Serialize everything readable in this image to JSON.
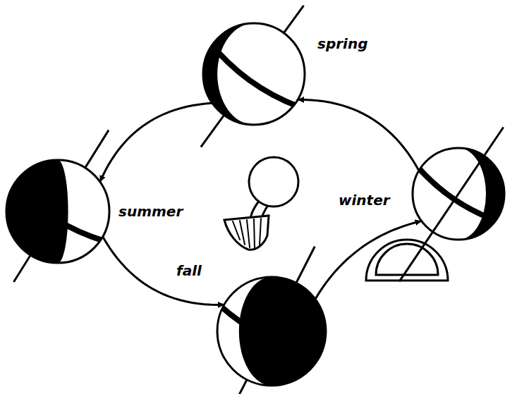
{
  "diagram": {
    "nodes": [
      {
        "text": [
          "spring"
        ]
      },
      {
        "text": [
          "summer"
        ]
      },
      {
        "text": [
          "winter"
        ]
      },
      {
        "text": [
          "fall"
        ]
      }
    ],
    "edges": [
      {
        "from": 0,
        "to": 1,
        "arrow": "to"
      },
      {
        "from": 1,
        "to": 3,
        "arrow": "to"
      },
      {
        "from": 3,
        "to": 2,
        "arrow": "to"
      },
      {
        "from": 2,
        "to": 0,
        "arrow": "to"
      }
    ]
  }
}
